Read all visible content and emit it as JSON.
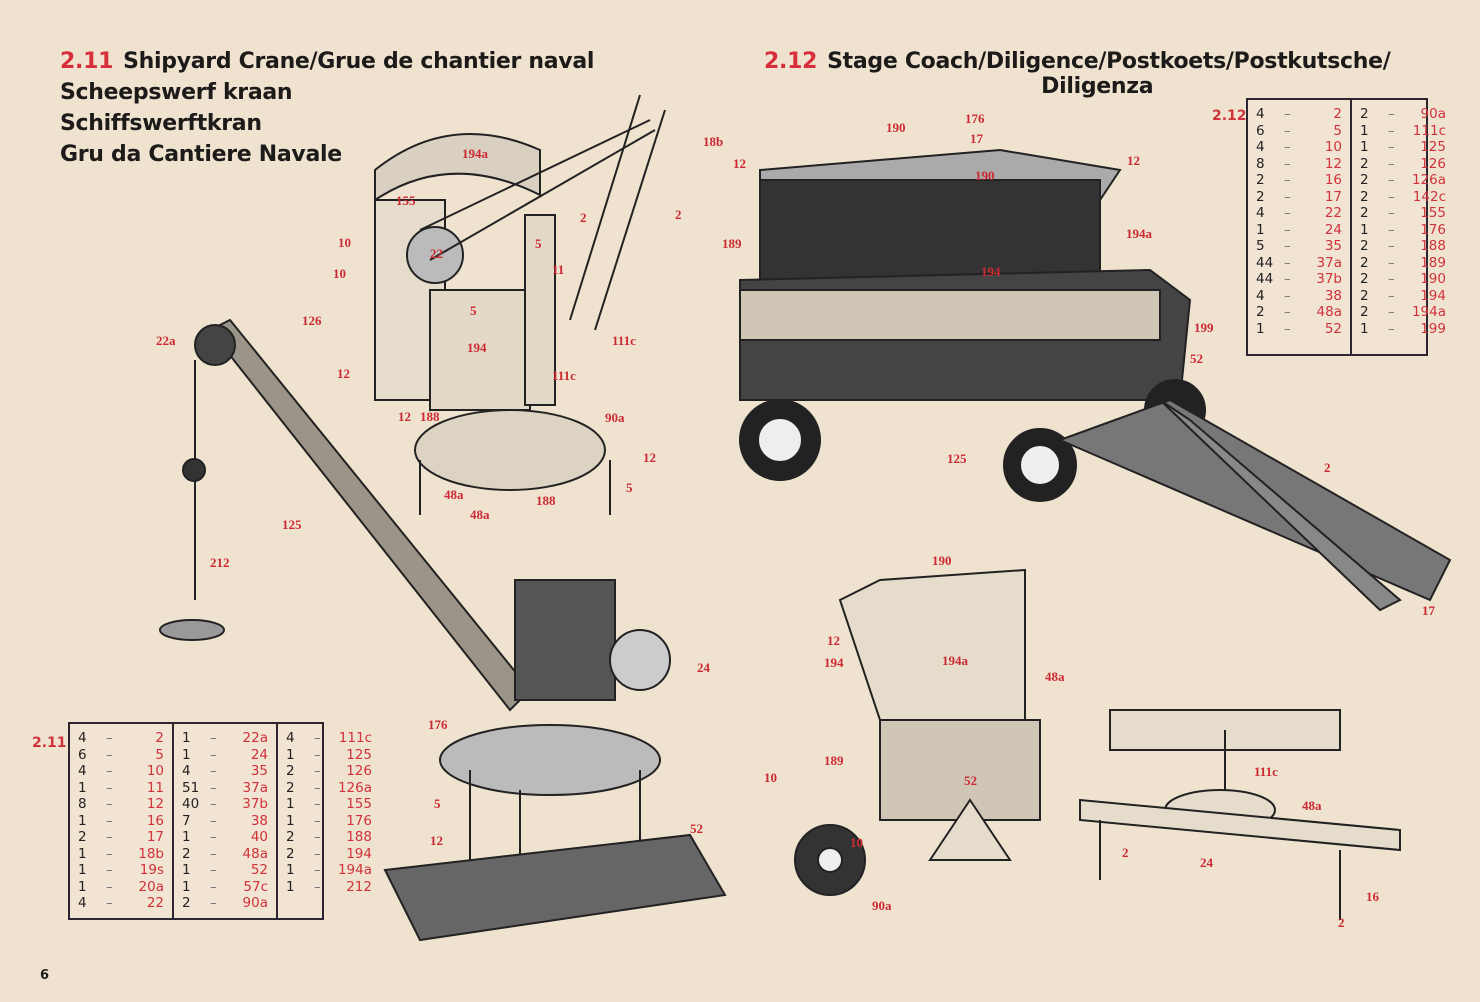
{
  "model_211": {
    "number": "2.11",
    "titles": [
      "Shipyard Crane/Grue de chantier naval",
      "Scheepswerf kraan",
      "Schiffswerftkran",
      "Gru da Cantiere Navale"
    ],
    "parts_label": "2.11",
    "parts": [
      [
        [
          "4",
          "2"
        ],
        [
          "6",
          "5"
        ],
        [
          "4",
          "10"
        ],
        [
          "1",
          "11"
        ],
        [
          "8",
          "12"
        ],
        [
          "1",
          "16"
        ],
        [
          "2",
          "17"
        ],
        [
          "1",
          "18b"
        ],
        [
          "1",
          "19s"
        ],
        [
          "1",
          "20a"
        ],
        [
          "4",
          "22"
        ]
      ],
      [
        [
          "1",
          "22a"
        ],
        [
          "1",
          "24"
        ],
        [
          "4",
          "35"
        ],
        [
          "51",
          "37a"
        ],
        [
          "40",
          "37b"
        ],
        [
          "7",
          "38"
        ],
        [
          "1",
          "40"
        ],
        [
          "2",
          "48a"
        ],
        [
          "1",
          "52"
        ],
        [
          "1",
          "57c"
        ],
        [
          "2",
          "90a"
        ]
      ],
      [
        [
          "4",
          "111c"
        ],
        [
          "1",
          "125"
        ],
        [
          "2",
          "126"
        ],
        [
          "2",
          "126a"
        ],
        [
          "1",
          "155"
        ],
        [
          "1",
          "176"
        ],
        [
          "2",
          "188"
        ],
        [
          "2",
          "194"
        ],
        [
          "1",
          "194a"
        ],
        [
          "1",
          "212"
        ]
      ]
    ],
    "callouts": [
      "194a",
      "155",
      "10",
      "10",
      "22",
      "5",
      "2",
      "2",
      "18b",
      "11",
      "126",
      "5",
      "194",
      "12",
      "111c",
      "111c",
      "12",
      "188",
      "90a",
      "12",
      "5",
      "48a",
      "48a",
      "188",
      "22a",
      "125",
      "212",
      "24",
      "176",
      "5",
      "12",
      "52"
    ]
  },
  "model_212": {
    "number": "2.12",
    "titles": [
      "Stage Coach/Diligence/Postkoets/Postkutsche/",
      "Diligenza"
    ],
    "parts_label": "2.12",
    "parts": [
      [
        [
          "4",
          "2"
        ],
        [
          "6",
          "5"
        ],
        [
          "4",
          "10"
        ],
        [
          "8",
          "12"
        ],
        [
          "2",
          "16"
        ],
        [
          "2",
          "17"
        ],
        [
          "4",
          "22"
        ],
        [
          "1",
          "24"
        ],
        [
          "5",
          "35"
        ],
        [
          "44",
          "37a"
        ],
        [
          "44",
          "37b"
        ],
        [
          "4",
          "38"
        ],
        [
          "2",
          "48a"
        ],
        [
          "1",
          "52"
        ]
      ],
      [
        [
          "2",
          "90a"
        ],
        [
          "1",
          "111c"
        ],
        [
          "1",
          "125"
        ],
        [
          "2",
          "126"
        ],
        [
          "2",
          "126a"
        ],
        [
          "2",
          "142c"
        ],
        [
          "2",
          "155"
        ],
        [
          "1",
          "176"
        ],
        [
          "2",
          "188"
        ],
        [
          "2",
          "189"
        ],
        [
          "2",
          "190"
        ],
        [
          "2",
          "194"
        ],
        [
          "2",
          "194a"
        ],
        [
          "1",
          "199"
        ]
      ]
    ],
    "callouts": [
      "190",
      "176",
      "17",
      "190",
      "12",
      "12",
      "189",
      "194a",
      "194",
      "199",
      "52",
      "125",
      "2",
      "17",
      "190",
      "12",
      "194",
      "194a",
      "48a",
      "189",
      "10",
      "52",
      "10",
      "90a",
      "111c",
      "48a",
      "2",
      "24",
      "16",
      "2"
    ]
  },
  "dash": "–",
  "page_number": "6"
}
